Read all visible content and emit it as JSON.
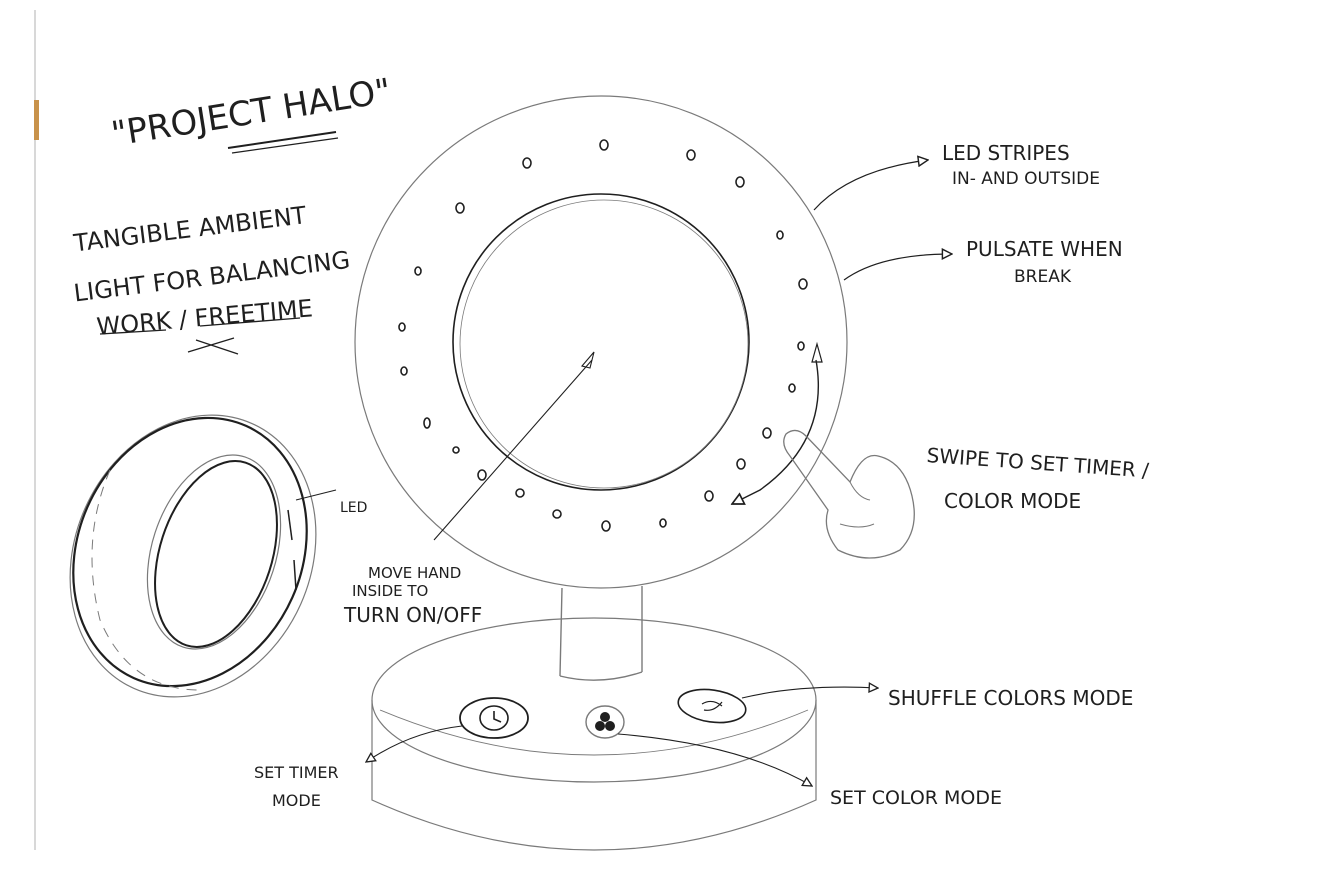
{
  "title": "\"PROJECT HALO\"",
  "subtitle": {
    "line1": "TANGIBLE AMBIENT",
    "line2": "LIGHT FOR BALANCING",
    "line3": "WORK / FREETIME"
  },
  "ring_label": "LED",
  "annotations": {
    "led_stripes_1": "LED STRIPES",
    "led_stripes_2": "IN- AND OUTSIDE",
    "pulsate_1": "PULSATE WHEN",
    "pulsate_2": "BREAK",
    "swipe_1": "SWIPE TO SET TIMER /",
    "swipe_2": "COLOR MODE",
    "move_1": "MOVE HAND",
    "move_2": "INSIDE TO",
    "move_3": "TURN ON/OFF",
    "shuffle": "SHUFFLE COLORS MODE",
    "set_timer_1": "SET TIMER",
    "set_timer_2": "MODE",
    "set_color": "SET COLOR MODE"
  },
  "colors": {
    "ink": "#1f1f1f",
    "pencil": "#7a7a7a",
    "paper": "#ffffff"
  },
  "icons": [
    "clock-icon",
    "color-dots-icon",
    "shuffle-icon",
    "pointing-hand-icon"
  ]
}
